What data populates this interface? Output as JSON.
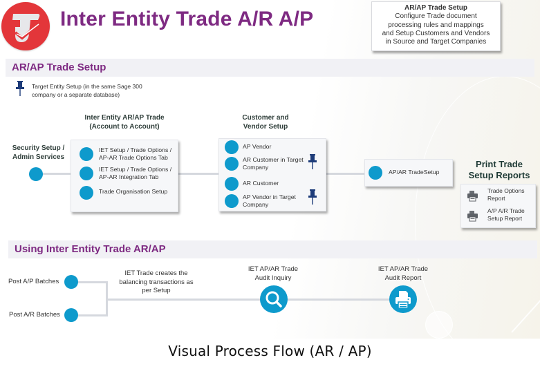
{
  "header": {
    "logo": "inter-entity-trade-logo",
    "title": "Inter Entity Trade A/R A/P"
  },
  "note": {
    "title": "AR/AP Trade Setup",
    "lines": [
      "Configure Trade document",
      "processing rules and mappings",
      "and Setup Customers and Vendors",
      "in Source and Target Companies"
    ]
  },
  "setup_section": {
    "heading": "AR/AP Trade Setup",
    "pin_note": {
      "icon": "pushpin-icon",
      "lines": [
        "Target Entity Setup (in the same Sage 300",
        "company or a separate database)"
      ]
    },
    "security": {
      "lines": [
        "Security Setup /",
        "Admin Services"
      ]
    },
    "account_to_account": {
      "heading_lines": [
        "Inter Entity AR/AP Trade",
        "(Account to Account)"
      ],
      "items": [
        {
          "lines": [
            "IET Setup / Trade Options /",
            "AP-AR Trade Options Tab"
          ]
        },
        {
          "lines": [
            "IET Setup / Trade Options /",
            "AP-AR Integration Tab"
          ]
        },
        {
          "lines": [
            "Trade Organisation Setup"
          ]
        }
      ]
    },
    "customer_vendor": {
      "heading_lines": [
        "Customer and",
        "Vendor Setup"
      ],
      "items": [
        {
          "lines": [
            "AP Vendor"
          ],
          "pinned": false
        },
        {
          "lines": [
            "AR Customer in Target",
            "Company"
          ],
          "pinned": true
        },
        {
          "lines": [
            "AR Customer"
          ],
          "pinned": false
        },
        {
          "lines": [
            "AP Vendor in Target",
            "Company"
          ],
          "pinned": true
        }
      ]
    },
    "trade_setup": {
      "label": "AP/AR TradeSetup"
    },
    "print_reports": {
      "heading_lines": [
        "Print Trade",
        "Setup Reports"
      ],
      "items": [
        {
          "icon": "printer-icon",
          "lines": [
            "Trade Options",
            "Report"
          ]
        },
        {
          "icon": "printer-icon",
          "lines": [
            "A/P A/R Trade",
            "Setup Report"
          ]
        }
      ]
    }
  },
  "using_section": {
    "heading": "Using Inter Entity Trade AR/AP",
    "post_ap": "Post A/P  Batches",
    "post_ar": "Post A/R Batches",
    "balancing_lines": [
      "IET Trade creates the",
      "balancing transactions as",
      "per Setup"
    ],
    "audit_inquiry": {
      "lines": [
        "IET AP/AR Trade",
        "Audit Inquiry"
      ],
      "icon": "magnifier-icon"
    },
    "audit_report": {
      "lines": [
        "IET AP/AR Trade",
        "Audit Report"
      ],
      "icon": "printer-icon"
    }
  },
  "caption": "Visual Process Flow (AR / AP)",
  "colors": {
    "title_purple": "#7e2a82",
    "node_blue": "#0e9acc",
    "logo_red": "#e3363a",
    "connector_grey": "#d5d8de",
    "pin_navy": "#1d3b79"
  }
}
